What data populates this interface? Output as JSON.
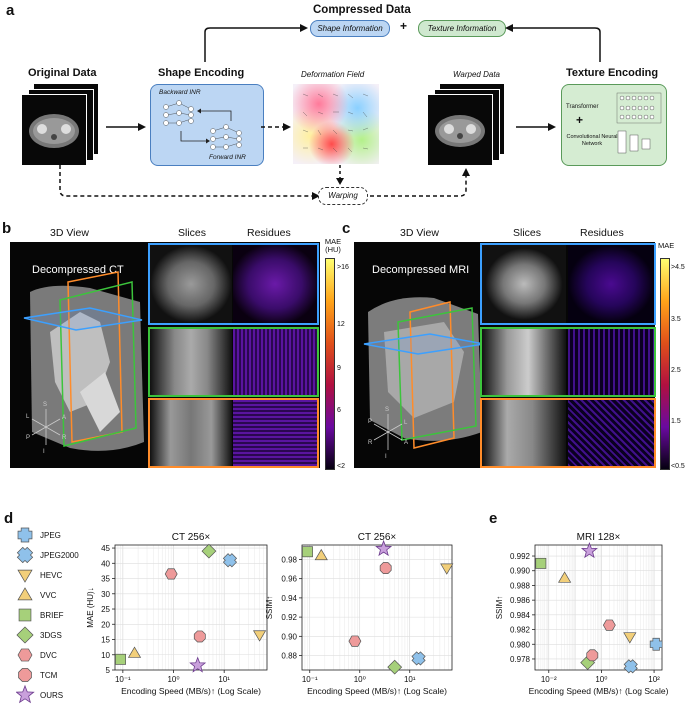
{
  "panel_a": {
    "letter": "a",
    "compressed_data": "Compressed Data",
    "shape_information": "Shape Information",
    "plus": "+",
    "texture_information": "Texture Information",
    "original_data": "Original Data",
    "shape_encoding": "Shape Encoding",
    "deformation_field": "Deformation Field",
    "warped_data": "Warped Data",
    "texture_encoding": "Texture Encoding",
    "backward_inr": "Backward INR",
    "forward_inr": "Forward INR",
    "transformer": "Transformer",
    "plus2": "+",
    "cnn": "Convolutional Neural Network",
    "warping": "Warping"
  },
  "panel_b": {
    "letter": "b",
    "view3d": "3D View",
    "slices": "Slices",
    "residues": "Residues",
    "decompressed": "Decompressed CT",
    "cbar_title": "MAE\n(HU)",
    "cbar_ticks": [
      ">16",
      "12",
      "9",
      "6",
      "<2"
    ],
    "axes": {
      "s": "S",
      "a": "A",
      "l": "L",
      "r": "R",
      "p": "P",
      "i": "I"
    }
  },
  "panel_c": {
    "letter": "c",
    "view3d": "3D View",
    "slices": "Slices",
    "residues": "Residues",
    "decompressed": "Decompressed MRI",
    "cbar_title": "MAE",
    "cbar_ticks": [
      ">4.5",
      "3.5",
      "2.5",
      "1.5",
      "<0.5"
    ],
    "axes": {
      "s": "S",
      "a": "A",
      "l": "L",
      "r": "R",
      "p": "P",
      "i": "I"
    }
  },
  "panel_d_letter": "d",
  "panel_e_letter": "e",
  "legend": [
    {
      "name": "JPEG",
      "color": "#8fc1ea",
      "marker": "plus"
    },
    {
      "name": "JPEG2000",
      "color": "#8fc1ea",
      "marker": "x"
    },
    {
      "name": "HEVC",
      "color": "#f2cf7a",
      "marker": "tri_down"
    },
    {
      "name": "VVC",
      "color": "#f2cf7a",
      "marker": "tri_up"
    },
    {
      "name": "BRIEF",
      "color": "#a6d07a",
      "marker": "square"
    },
    {
      "name": "3DGS",
      "color": "#a6d07a",
      "marker": "diamond"
    },
    {
      "name": "DVC",
      "color": "#ee9a9a",
      "marker": "hexagon"
    },
    {
      "name": "TCM",
      "color": "#ee9a9a",
      "marker": "octagon"
    },
    {
      "name": "OURS",
      "color": "#c9a0dc",
      "marker": "star"
    }
  ],
  "chart_data": [
    {
      "type": "scatter",
      "title": "CT 256×",
      "xlabel": "Encoding Speed (MB/s)↑ (Log Scale)",
      "ylabel": "MAE (HU)↓",
      "xscale": "log",
      "xlim": [
        0.07,
        70
      ],
      "ylim": [
        5,
        46
      ],
      "xticks": [
        {
          "v": 0.1,
          "label": "10⁻¹"
        },
        {
          "v": 1,
          "label": "10⁰"
        },
        {
          "v": 10,
          "label": "10¹"
        }
      ],
      "yticks": [
        5,
        10,
        15,
        20,
        25,
        30,
        35,
        40,
        45
      ],
      "grid": true,
      "points": [
        {
          "series": "JPEG2000",
          "x": 13,
          "y": 41
        },
        {
          "series": "HEVC",
          "x": 50,
          "y": 16.5
        },
        {
          "series": "VVC",
          "x": 0.17,
          "y": 10.5
        },
        {
          "series": "BRIEF",
          "x": 0.09,
          "y": 8.5
        },
        {
          "series": "3DGS",
          "x": 5,
          "y": 44
        },
        {
          "series": "DVC",
          "x": 0.9,
          "y": 36.5
        },
        {
          "series": "TCM",
          "x": 3.3,
          "y": 16
        },
        {
          "series": "OURS",
          "x": 3,
          "y": 6.5
        }
      ]
    },
    {
      "type": "scatter",
      "title": "CT 256×",
      "xlabel": "Encoding Speed (MB/s)↑ (Log Scale)",
      "ylabel": "SSIM↑",
      "xscale": "log",
      "xlim": [
        0.07,
        70
      ],
      "ylim": [
        0.865,
        0.995
      ],
      "xticks": [
        {
          "v": 0.1,
          "label": "10⁻¹"
        },
        {
          "v": 1,
          "label": "10⁰"
        },
        {
          "v": 10,
          "label": "10¹"
        }
      ],
      "yticks": [
        0.88,
        0.9,
        0.92,
        0.94,
        0.96,
        0.98
      ],
      "grid": true,
      "points": [
        {
          "series": "JPEG2000",
          "x": 15,
          "y": 0.877
        },
        {
          "series": "HEVC",
          "x": 55,
          "y": 0.971
        },
        {
          "series": "VVC",
          "x": 0.17,
          "y": 0.984
        },
        {
          "series": "BRIEF",
          "x": 0.09,
          "y": 0.988
        },
        {
          "series": "3DGS",
          "x": 5,
          "y": 0.868
        },
        {
          "series": "DVC",
          "x": 0.8,
          "y": 0.895
        },
        {
          "series": "TCM",
          "x": 3.3,
          "y": 0.971
        },
        {
          "series": "OURS",
          "x": 3,
          "y": 0.991
        }
      ]
    },
    {
      "type": "scatter",
      "title": "MRI 128×",
      "xlabel": "Encoding Speed (MB/s)↑ (Log Scale)",
      "ylabel": "SSIM↑",
      "xscale": "log",
      "xlim": [
        0.003,
        200
      ],
      "ylim": [
        0.9765,
        0.9935
      ],
      "xticks": [
        {
          "v": 0.01,
          "label": "10⁻²"
        },
        {
          "v": 1,
          "label": "10⁰"
        },
        {
          "v": 100,
          "label": "10²"
        }
      ],
      "yticks": [
        0.978,
        0.98,
        0.982,
        0.984,
        0.986,
        0.988,
        0.99,
        0.992
      ],
      "grid": true,
      "points": [
        {
          "series": "JPEG",
          "x": 120,
          "y": 0.98
        },
        {
          "series": "JPEG2000",
          "x": 13,
          "y": 0.977
        },
        {
          "series": "HEVC",
          "x": 12,
          "y": 0.981
        },
        {
          "series": "VVC",
          "x": 0.04,
          "y": 0.989
        },
        {
          "series": "BRIEF",
          "x": 0.005,
          "y": 0.991
        },
        {
          "series": "3DGS",
          "x": 0.3,
          "y": 0.9775
        },
        {
          "series": "DVC",
          "x": 2,
          "y": 0.9826
        },
        {
          "series": "TCM",
          "x": 0.45,
          "y": 0.9785
        },
        {
          "series": "OURS",
          "x": 0.35,
          "y": 0.9927
        }
      ]
    }
  ]
}
